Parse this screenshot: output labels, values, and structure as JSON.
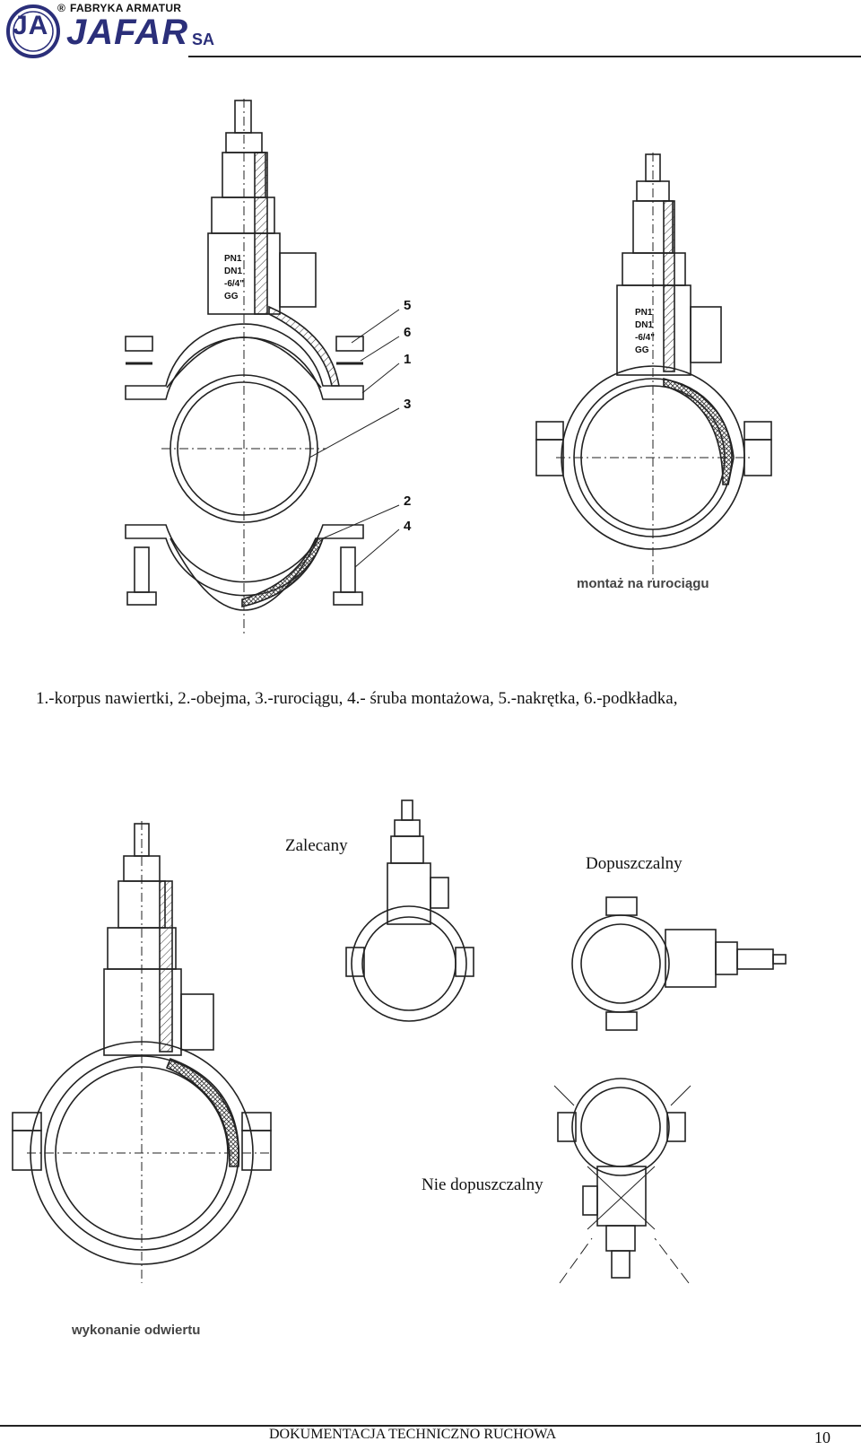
{
  "header": {
    "reg_mark": "®",
    "company_line": "FABRYKA ARMATUR",
    "brand": "JAFAR",
    "suffix": "SA",
    "monogram": "JA"
  },
  "figure1": {
    "part_numbers": [
      "5",
      "6",
      "1",
      "3",
      "2",
      "4"
    ],
    "plate_lines": [
      "PN1",
      "DN1",
      "-6/4\"",
      "GG"
    ],
    "caption_right": "montaż na rurociągu"
  },
  "legend": "1.-korpus nawiertki, 2.-obejma, 3.-rurociągu, 4.- śruba montażowa, 5.-nakrętka, 6.-podkładka,",
  "figure2": {
    "recommended": "Zalecany",
    "allowed": "Dopuszczalny",
    "not_allowed": "Nie dopuszczalny",
    "caption_left": "wykonanie odwiertu"
  },
  "footer": {
    "doc_title": "DOKUMENTACJA TECHNICZNO RUCHOWA",
    "page_number": "10"
  }
}
